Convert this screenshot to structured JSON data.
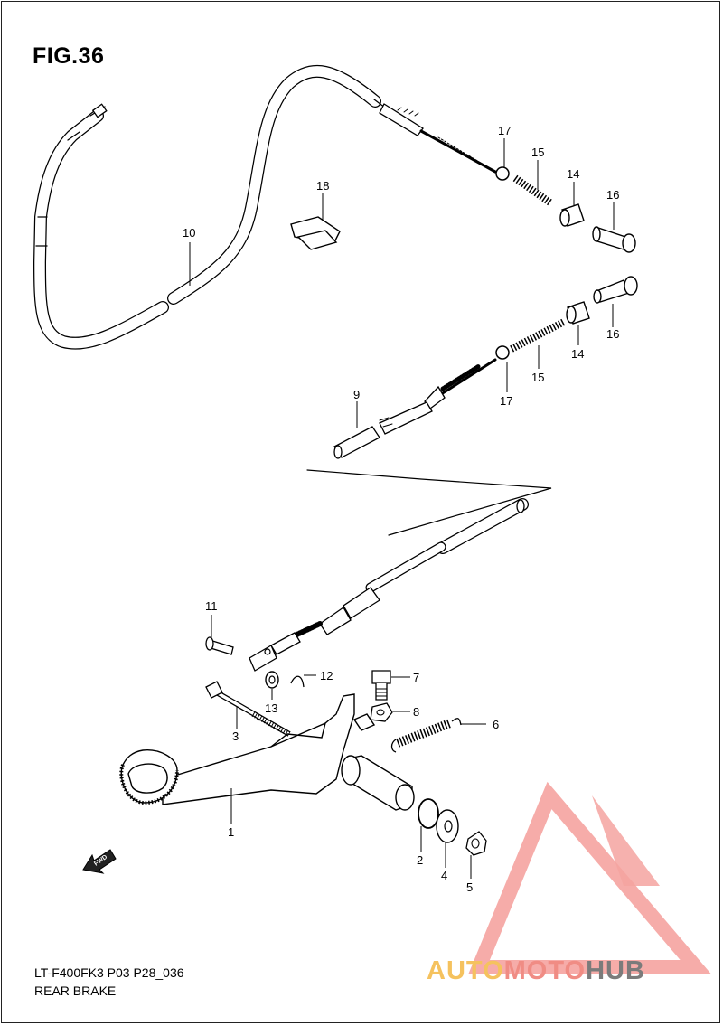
{
  "figure": {
    "title": "FIG.36"
  },
  "footer": {
    "model_code": "LT-F400FK3 P03 P28_036",
    "section_name": "REAR BRAKE"
  },
  "forward_marker": {
    "text": "FWD"
  },
  "watermark": {
    "auto": "AUTO",
    "moto": "MOTO",
    "hub": "HUB",
    "colors": {
      "auto": "#f5c25e",
      "moto": "#f08c84",
      "hub": "#7b7b7b",
      "triangle": "#f5a3a0"
    }
  },
  "callouts": [
    {
      "id": "1",
      "text": "1"
    },
    {
      "id": "2",
      "text": "2"
    },
    {
      "id": "3",
      "text": "3"
    },
    {
      "id": "4",
      "text": "4"
    },
    {
      "id": "5",
      "text": "5"
    },
    {
      "id": "6",
      "text": "6"
    },
    {
      "id": "7",
      "text": "7"
    },
    {
      "id": "8",
      "text": "8"
    },
    {
      "id": "9",
      "text": "9"
    },
    {
      "id": "10",
      "text": "10"
    },
    {
      "id": "11",
      "text": "11"
    },
    {
      "id": "12",
      "text": "12"
    },
    {
      "id": "13",
      "text": "13"
    },
    {
      "id": "14a",
      "text": "14"
    },
    {
      "id": "14b",
      "text": "14"
    },
    {
      "id": "15a",
      "text": "15"
    },
    {
      "id": "15b",
      "text": "15"
    },
    {
      "id": "16a",
      "text": "16"
    },
    {
      "id": "16b",
      "text": "16"
    },
    {
      "id": "17a",
      "text": "17"
    },
    {
      "id": "17b",
      "text": "17"
    },
    {
      "id": "18",
      "text": "18"
    }
  ]
}
